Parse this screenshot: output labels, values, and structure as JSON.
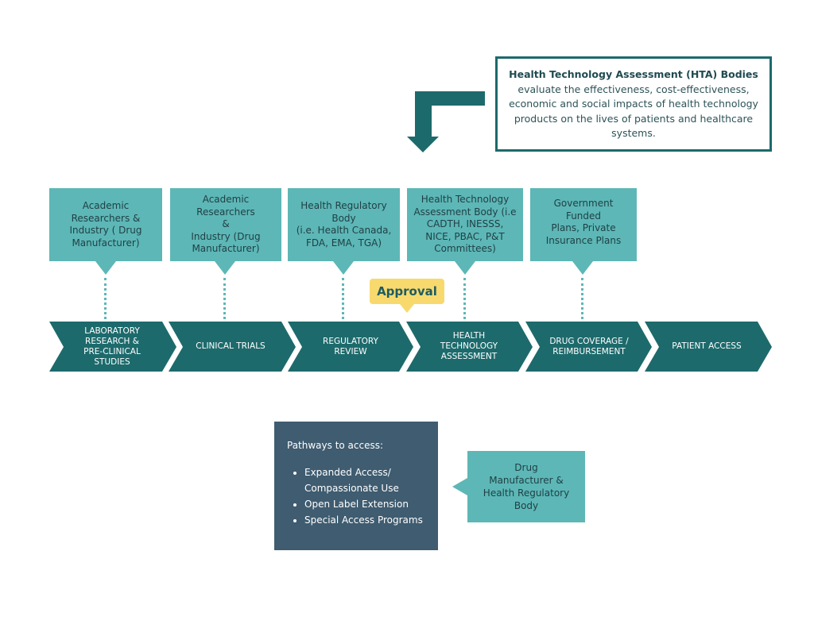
{
  "hta": {
    "title": "Health Technology Assessment (HTA) Bodies",
    "body": "evaluate the effectiveness, cost-effectiveness, economic and social impacts of health technology products on the lives of patients and healthcare systems."
  },
  "actors": [
    {
      "label": "Academic\nResearchers &\nIndustry ( Drug\nManufacturer)"
    },
    {
      "label": "Academic\nResearchers\n&\nIndustry (Drug\nManufacturer)"
    },
    {
      "label": "Health Regulatory\nBody\n(i.e. Health Canada,\nFDA, EMA, TGA)"
    },
    {
      "label": "Health Technology\nAssessment Body (i.e\nCADTH, INESSS,\nNICE, PBAC, P&T\nCommittees)"
    },
    {
      "label": "Government Funded\nPlans, Private\nInsurance Plans"
    }
  ],
  "approval_label": "Approval",
  "stages": [
    {
      "label": "LABORATORY\nRESEARCH &\nPRE-CLINICAL\nSTUDIES"
    },
    {
      "label": "CLINICAL TRIALS"
    },
    {
      "label": "REGULATORY\nREVIEW"
    },
    {
      "label": "HEALTH\nTECHNOLOGY\nASSESSMENT"
    },
    {
      "label": "DRUG COVERAGE /\nREIMBURSEMENT"
    },
    {
      "label": "PATIENT ACCESS"
    }
  ],
  "pathways": {
    "heading": "Pathways to access:",
    "items": [
      "Expanded Access/ Compassionate Use",
      "Open Label Extension",
      "Special Access Programs"
    ]
  },
  "manufacturer_label": "Drug\nManufacturer &\nHealth Regulatory\nBody",
  "colors": {
    "teal_dark": "#1d6a6c",
    "teal_light": "#5db7b6",
    "navy": "#3f5c70",
    "yellow": "#f7d96e"
  }
}
